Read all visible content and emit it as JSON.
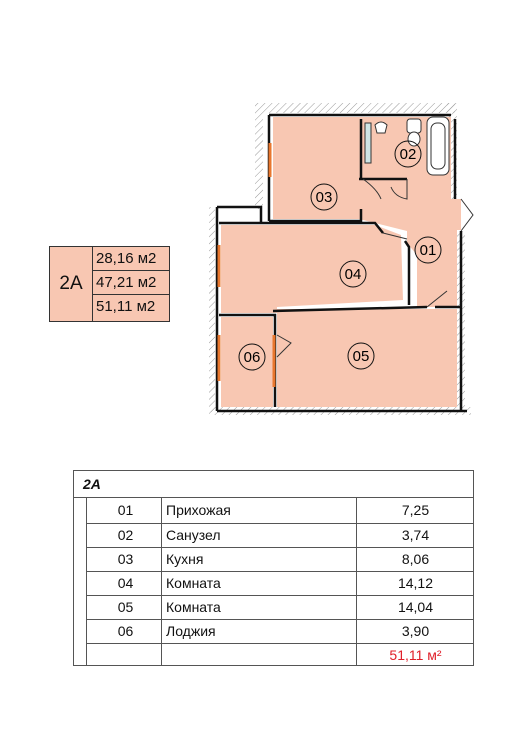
{
  "summary": {
    "code": "2A",
    "areas": [
      "28,16 м2",
      "47,21 м2",
      "51,11 м2"
    ]
  },
  "plan": {
    "room_labels": [
      "01",
      "02",
      "03",
      "04",
      "05",
      "06"
    ],
    "colors": {
      "room_fill": "#f8c7b2",
      "wall": "#111111",
      "window": "#e8772e",
      "hatch": "#888888"
    }
  },
  "table": {
    "title": "2А",
    "rows": [
      {
        "num": "01",
        "name": "Прихожая",
        "area": "7,25"
      },
      {
        "num": "02",
        "name": "Санузел",
        "area": "3,74"
      },
      {
        "num": "03",
        "name": "Кухня",
        "area": "8,06"
      },
      {
        "num": "04",
        "name": "Комната",
        "area": "14,12"
      },
      {
        "num": "05",
        "name": "Комната",
        "area": "14,04"
      },
      {
        "num": "06",
        "name": "Лоджия",
        "area": "3,90"
      }
    ],
    "total": "51,11 м²",
    "total_color": "#e0202a"
  }
}
